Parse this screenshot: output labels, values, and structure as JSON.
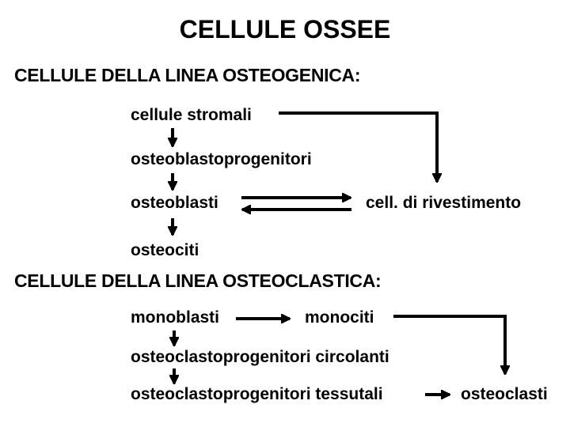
{
  "slide": {
    "title": "CELLULE OSSEE",
    "osteogenic": {
      "heading": "CELLULE DELLA LINEA OSTEOGENICA:",
      "nodes": {
        "cellule_stromali": "cellule stromali",
        "osteoblastoprogenitori": "osteoblastoprogenitori",
        "osteoblasti": "osteoblasti",
        "cell_di_rivestimento": "cell. di rivestimento",
        "osteociti": "osteociti"
      }
    },
    "osteoclastic": {
      "heading": "CELLULE DELLA LINEA OSTEOCLASTICA:",
      "nodes": {
        "monoblasti": "monoblasti",
        "monociti": "monociti",
        "osteoclastoprogenitori_circolanti": "osteoclastoprogenitori circolanti",
        "osteoclastoprogenitori_tessutali": "osteoclastoprogenitori tessutali",
        "osteoclasti": "osteoclasti"
      }
    },
    "colors": {
      "background": "#ffffff",
      "text": "#000000",
      "arrows": "#000000"
    }
  }
}
